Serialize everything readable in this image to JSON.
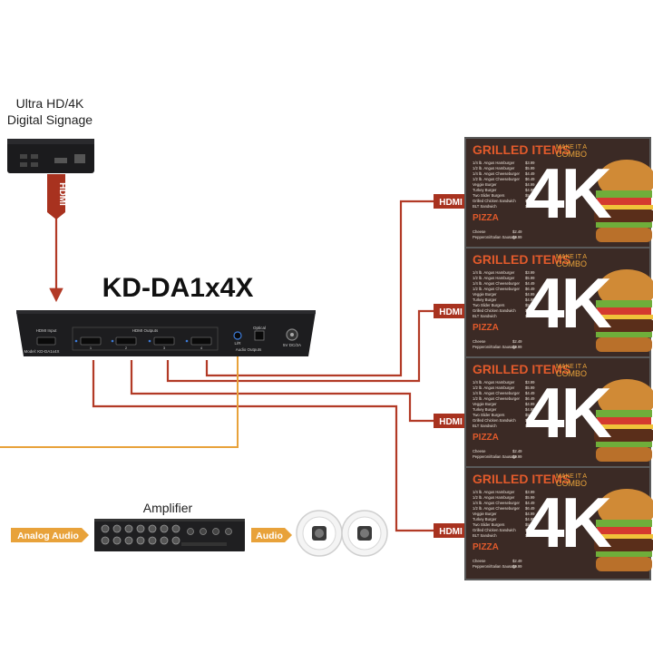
{
  "source": {
    "title_line1": "Ultra HD/4K",
    "title_line2": "Digital Signage"
  },
  "device": {
    "model": "KD-DA1x4X",
    "input_label": "HDMI Input",
    "outputs_label": "HDMI Outputs",
    "model_plate": "Model: KD-DA1x4X",
    "optical_label": "Optical",
    "lr_label": "L/R",
    "audio_outputs_label": "Audio Outputs",
    "power_label": "5V DC/2A",
    "output_numbers": [
      "1",
      "2",
      "3",
      "4"
    ]
  },
  "connectors": {
    "hdmi": "HDMI",
    "analog_audio": "Analog Audio",
    "audio": "Audio"
  },
  "amplifier": {
    "title": "Amplifier"
  },
  "display": {
    "title": "GRILLED ITEMS",
    "combo_line1": "MAKE IT A",
    "combo_line2": "COMBO",
    "big_text": "4K",
    "pizza": "PIZZA",
    "menu": [
      {
        "item": "1/4 lb. Angus Hamburger",
        "price": "$3.99"
      },
      {
        "item": "1/2 lb. Angus Hamburger",
        "price": "$5.99"
      },
      {
        "item": "1/4 lb. Angus Cheeseburger",
        "price": "$4.49"
      },
      {
        "item": "1/2 lb. Angus Cheeseburger",
        "price": "$6.49"
      },
      {
        "item": "Veggie Burger",
        "price": "$4.99"
      },
      {
        "item": "Turkey Burger",
        "price": "$4.99"
      },
      {
        "item": "Two Slider Burgers",
        "price": "$5.49"
      },
      {
        "item": "Grilled Chicken Sandwich",
        "price": "$5.99"
      },
      {
        "item": "BLT Sandwich",
        "price": "$4.99"
      }
    ],
    "pizza_items": [
      {
        "item": "Cheese",
        "price": "$2.49"
      },
      {
        "item": "Pepperoni/Italian Sausage",
        "price": "$2.99"
      }
    ]
  },
  "colors": {
    "hdmi_line": "#b23a26",
    "audio_line": "#e8a23a",
    "hdmi_tag": "#a8321f",
    "audio_tag": "#e8a23a",
    "screen_bg": "#3b2a25",
    "screen_title": "#e25a2b",
    "device_body": "#1d1d1f"
  }
}
